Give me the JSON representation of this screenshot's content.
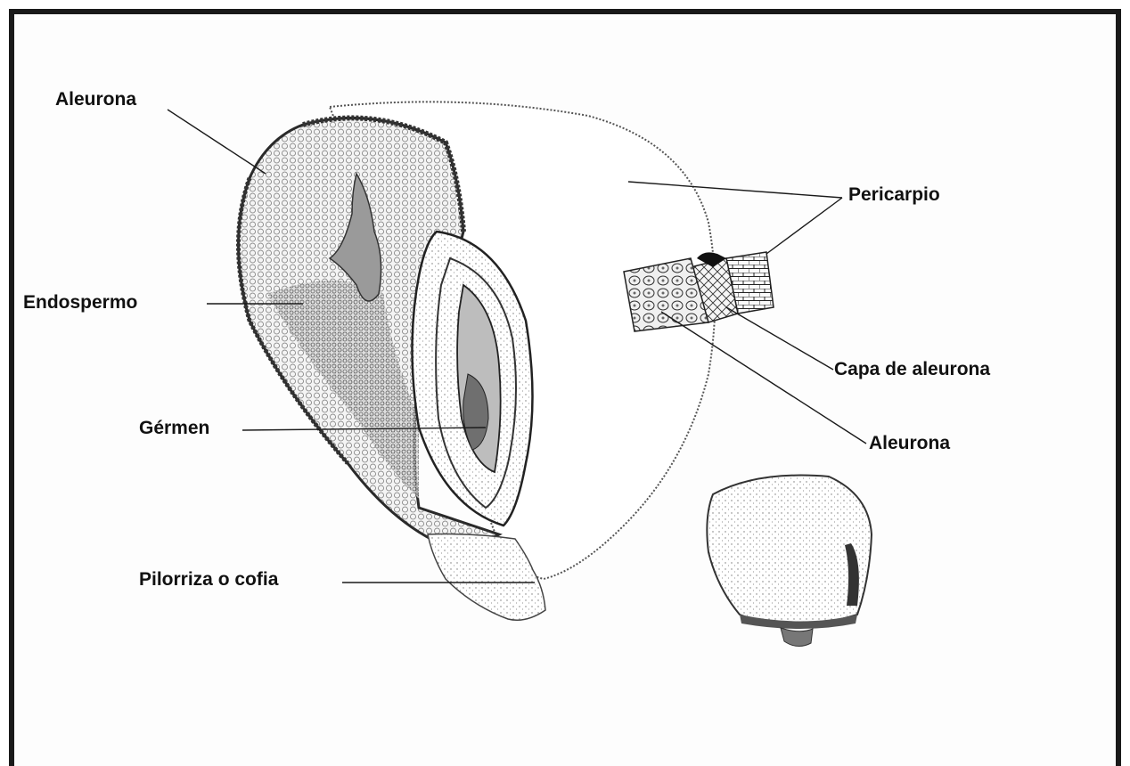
{
  "figure": {
    "labels": {
      "aleurona_top": "Aleurona",
      "endospermo": "Endospermo",
      "germen": "Gérmen",
      "pilorriza": "Pilorriza o cofia",
      "pericarpio": "Pericarpio",
      "capa_aleurona": "Capa de aleurona",
      "aleurona_right": "Aleurona"
    }
  }
}
